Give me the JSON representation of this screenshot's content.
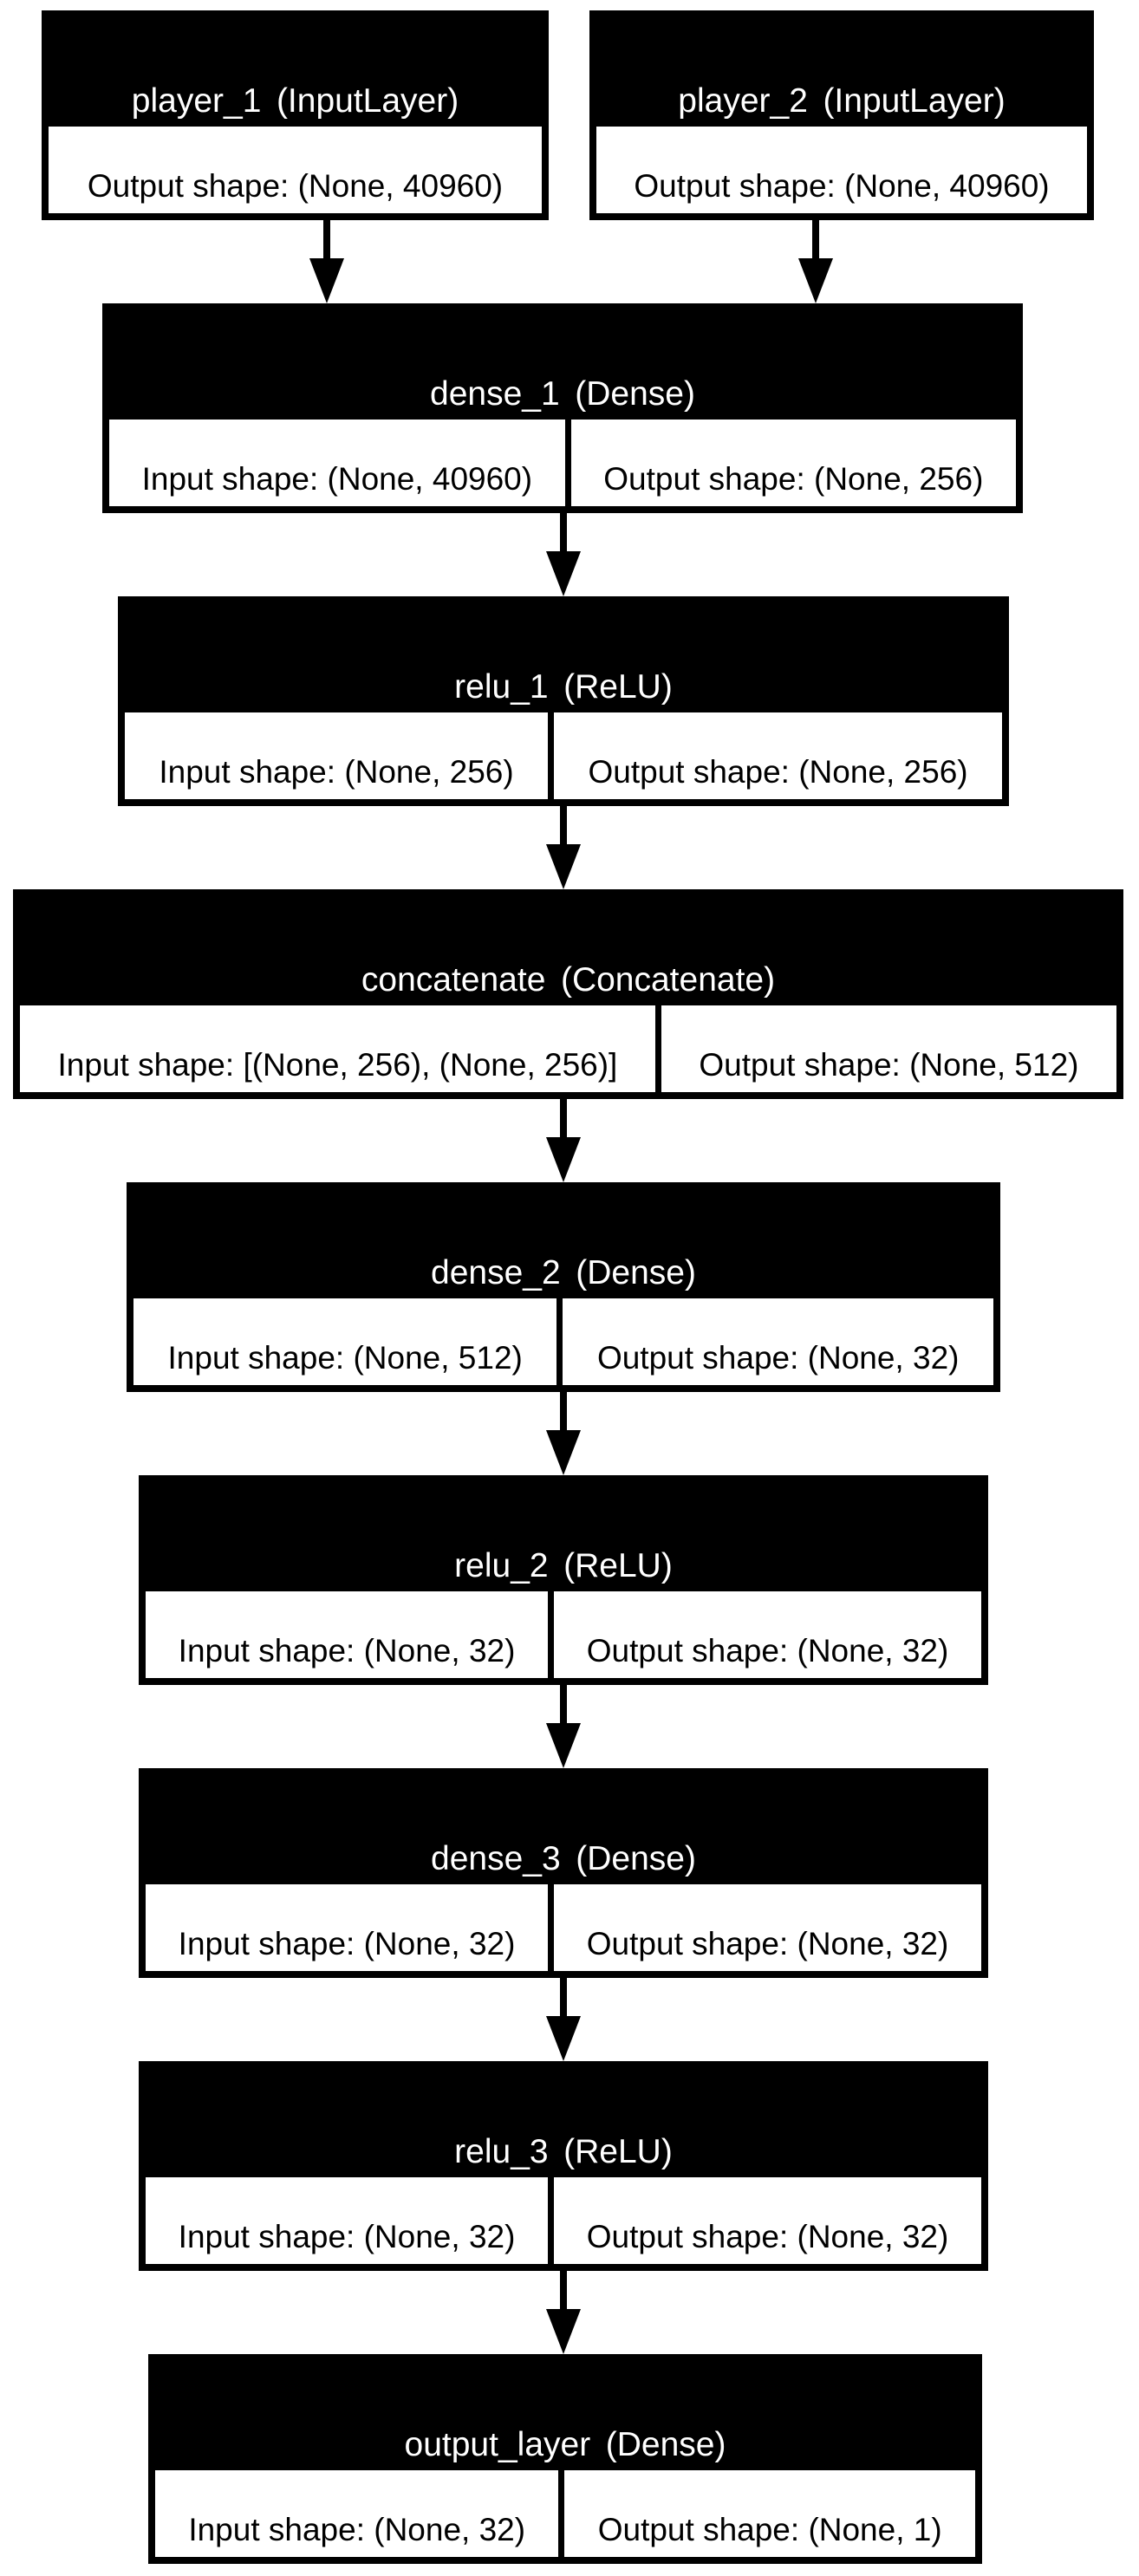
{
  "colors": {
    "background": "#ffffff",
    "node_header_bg": "#000000",
    "node_header_text": "#ffffff",
    "cell_bg": "#ffffff",
    "cell_text": "#000000",
    "edge": "#000000"
  },
  "nodes": [
    {
      "id": "player_1",
      "name": "player_1",
      "type": "(InputLayer)",
      "output_shape": "Output shape: (None, 40960)"
    },
    {
      "id": "player_2",
      "name": "player_2",
      "type": "(InputLayer)",
      "output_shape": "Output shape: (None, 40960)"
    },
    {
      "id": "dense_1",
      "name": "dense_1",
      "type": "(Dense)",
      "input_shape": "Input shape: (None, 40960)",
      "output_shape": "Output shape: (None, 256)"
    },
    {
      "id": "relu_1",
      "name": "relu_1",
      "type": "(ReLU)",
      "input_shape": "Input shape: (None, 256)",
      "output_shape": "Output shape: (None, 256)"
    },
    {
      "id": "concatenate",
      "name": "concatenate",
      "type": "(Concatenate)",
      "input_shape": "Input shape: [(None, 256), (None, 256)]",
      "output_shape": "Output shape: (None, 512)"
    },
    {
      "id": "dense_2",
      "name": "dense_2",
      "type": "(Dense)",
      "input_shape": "Input shape: (None, 512)",
      "output_shape": "Output shape: (None, 32)"
    },
    {
      "id": "relu_2",
      "name": "relu_2",
      "type": "(ReLU)",
      "input_shape": "Input shape: (None, 32)",
      "output_shape": "Output shape: (None, 32)"
    },
    {
      "id": "dense_3",
      "name": "dense_3",
      "type": "(Dense)",
      "input_shape": "Input shape: (None, 32)",
      "output_shape": "Output shape: (None, 32)"
    },
    {
      "id": "relu_3",
      "name": "relu_3",
      "type": "(ReLU)",
      "input_shape": "Input shape: (None, 32)",
      "output_shape": "Output shape: (None, 32)"
    },
    {
      "id": "output_layer",
      "name": "output_layer",
      "type": "(Dense)",
      "input_shape": "Input shape: (None, 32)",
      "output_shape": "Output shape: (None, 1)"
    }
  ],
  "edges": [
    {
      "from": "player_1",
      "to": "dense_1"
    },
    {
      "from": "player_2",
      "to": "dense_1"
    },
    {
      "from": "dense_1",
      "to": "relu_1"
    },
    {
      "from": "relu_1",
      "to": "concatenate"
    },
    {
      "from": "concatenate",
      "to": "dense_2"
    },
    {
      "from": "dense_2",
      "to": "relu_2"
    },
    {
      "from": "relu_2",
      "to": "dense_3"
    },
    {
      "from": "dense_3",
      "to": "relu_3"
    },
    {
      "from": "relu_3",
      "to": "output_layer"
    }
  ]
}
